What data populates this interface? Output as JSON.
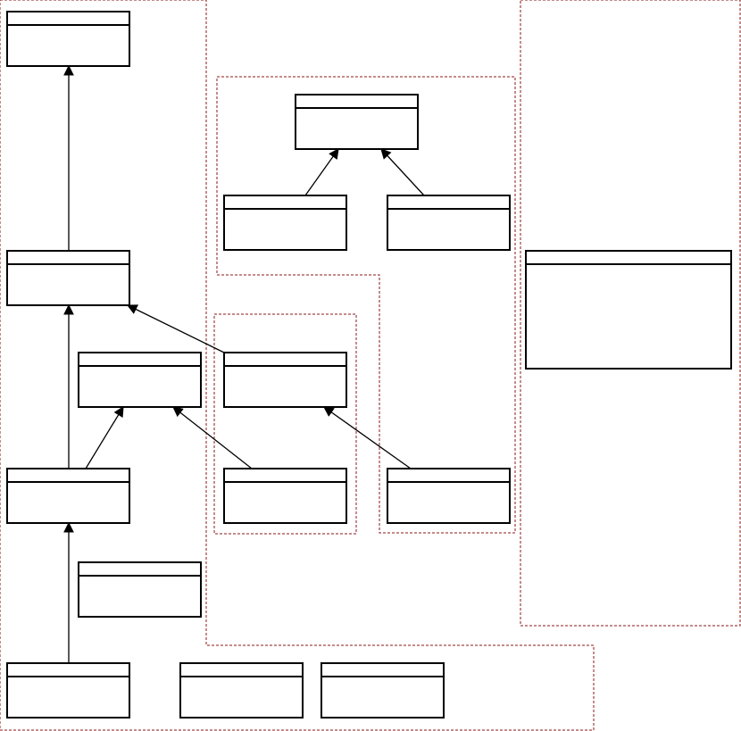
{
  "diagram": {
    "type": "uml-class-diagram",
    "colors": {
      "box_stroke": "#000000",
      "box_fill": "#ffffff",
      "region_stroke": "#8b1a1a",
      "edge": "#000000"
    },
    "classes": [
      {
        "id": "c1",
        "title": ""
      },
      {
        "id": "c2",
        "title": ""
      },
      {
        "id": "c3",
        "title": ""
      },
      {
        "id": "c4",
        "title": ""
      },
      {
        "id": "c5",
        "title": ""
      },
      {
        "id": "c6",
        "title": ""
      },
      {
        "id": "c7",
        "title": ""
      },
      {
        "id": "c8",
        "title": ""
      },
      {
        "id": "c9",
        "title": ""
      },
      {
        "id": "c10",
        "title": ""
      },
      {
        "id": "c11",
        "title": ""
      },
      {
        "id": "c12",
        "title": ""
      },
      {
        "id": "c13",
        "title": ""
      },
      {
        "id": "c14",
        "title": ""
      },
      {
        "id": "c15",
        "title": ""
      },
      {
        "id": "c16",
        "title": ""
      }
    ],
    "relations": [
      {
        "from": "c2",
        "to": "c1",
        "kind": "generalization"
      },
      {
        "from": "c4",
        "to": "c2",
        "kind": "generalization"
      },
      {
        "from": "c6",
        "to": "c2",
        "kind": "generalization"
      },
      {
        "from": "c4",
        "to": "c5",
        "kind": "generalization"
      },
      {
        "from": "c7",
        "to": "c5",
        "kind": "generalization"
      },
      {
        "from": "c8",
        "to": "c6",
        "kind": "generalization"
      },
      {
        "from": "c10",
        "to": "c4",
        "kind": "generalization"
      },
      {
        "from": "c14",
        "to": "c13",
        "kind": "generalization"
      },
      {
        "from": "c15",
        "to": "c13",
        "kind": "generalization"
      }
    ],
    "regions": [
      {
        "id": "r-left"
      },
      {
        "id": "r-top-middle"
      },
      {
        "id": "r-middle"
      },
      {
        "id": "r-right"
      }
    ]
  }
}
